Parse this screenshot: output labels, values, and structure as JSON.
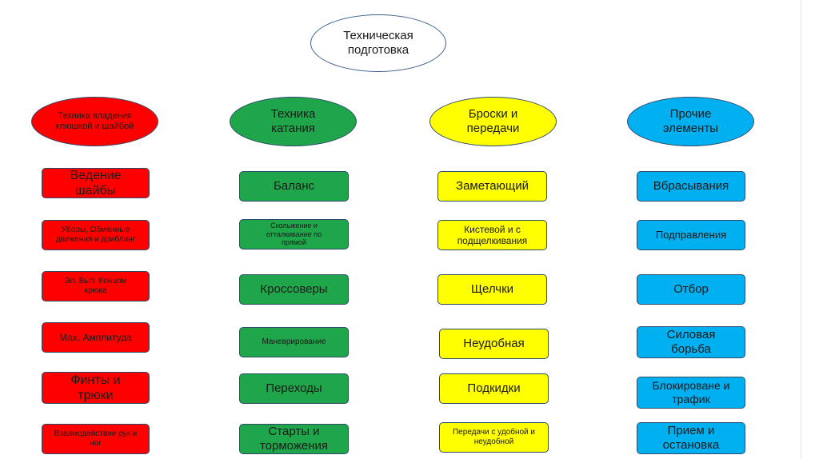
{
  "root": {
    "label": "Техническая подготовка"
  },
  "columns": [
    {
      "header": "Техника владения клюшкой и шайбой",
      "color": "#ff0000",
      "items": [
        "Ведение шайбы",
        "Уборы, Обманные движения и дриблинг",
        "Эл. Вып. Концом крюка",
        "Мах. Амплитуда",
        "Финты и трюки",
        "Взаимодействие рук и ног"
      ]
    },
    {
      "header": "Техника катания",
      "color": "#1fa64a",
      "items": [
        "Баланс",
        "Скольжение и отталкивание по прямой",
        "Кроссоверы",
        "Маневрирование",
        "Переходы",
        "Старты и торможения"
      ]
    },
    {
      "header": "Броски и передачи",
      "color": "#ffff00",
      "items": [
        "Заметающий",
        "Кистевой и с подщелкивания",
        "Щелчки",
        "Неудобная",
        "Подкидки",
        "Передачи с удобной и неудобной"
      ]
    },
    {
      "header": "Прочие элементы",
      "color": "#00b0f0",
      "items": [
        "Вбрасывания",
        "Подправления",
        "Отбор",
        "Силовая борьба",
        "Блокироване и трафик",
        "Прием и остановка"
      ]
    }
  ]
}
